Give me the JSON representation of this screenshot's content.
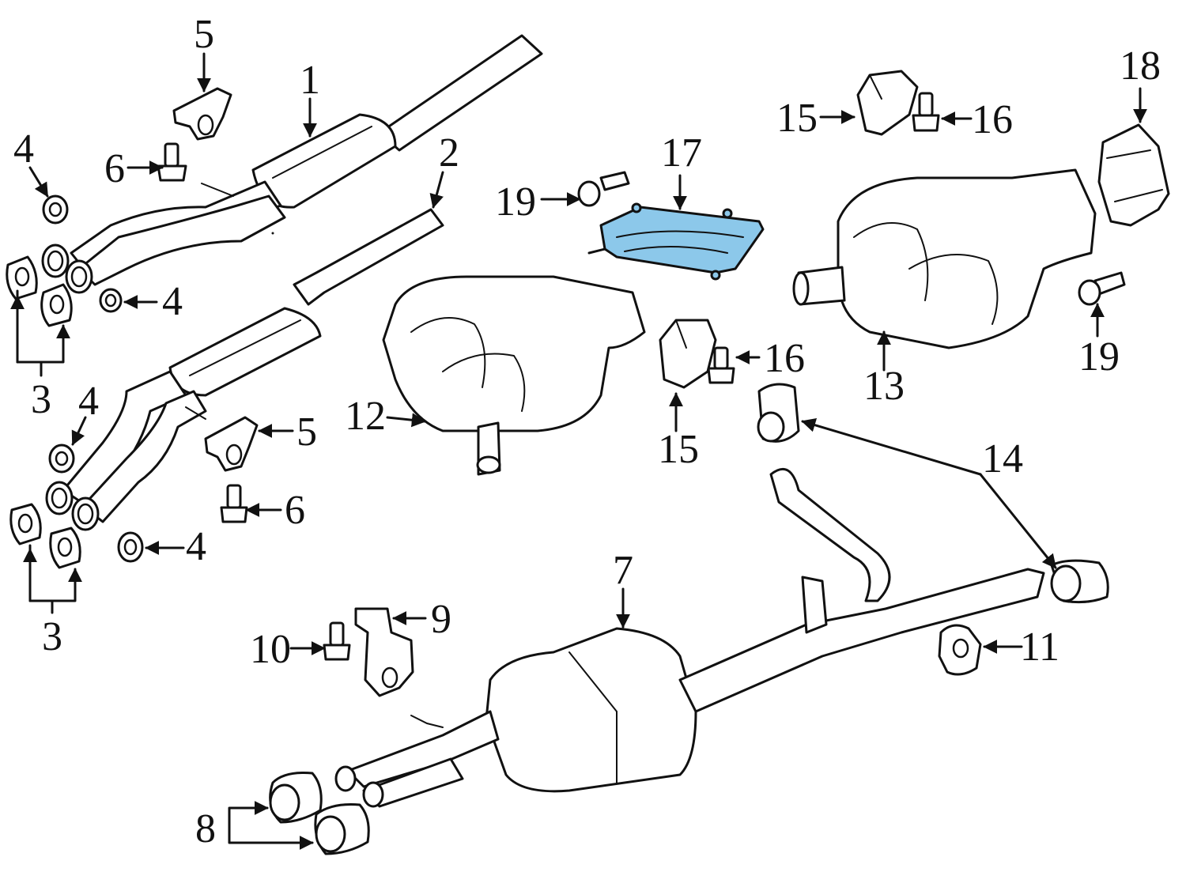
{
  "diagram": {
    "highlight_color": "#8cc8ea",
    "line_color": "#111111",
    "callouts": [
      "1",
      "2",
      "3",
      "4",
      "5",
      "6",
      "7",
      "8",
      "9",
      "10",
      "11",
      "12",
      "13",
      "14",
      "15",
      "16",
      "17",
      "18",
      "19"
    ]
  }
}
